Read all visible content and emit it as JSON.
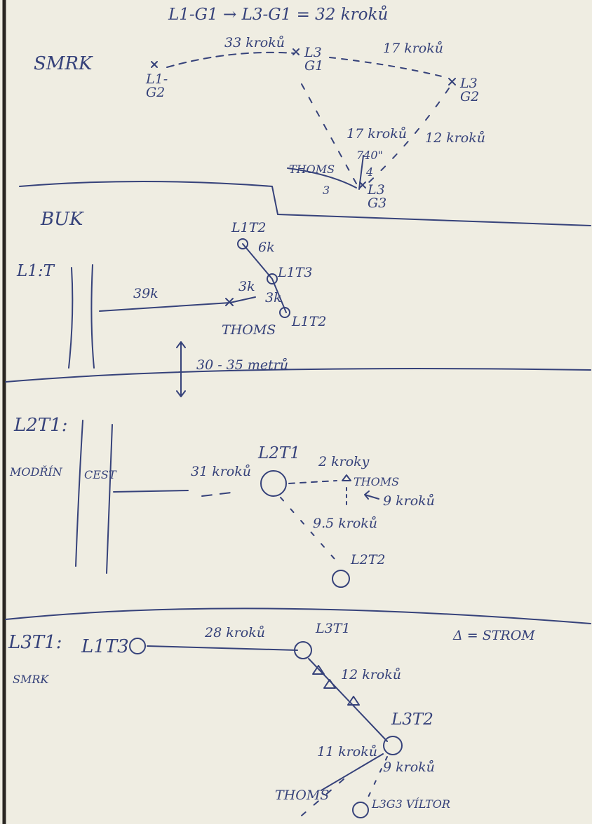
{
  "colors": {
    "paper": "#efede2",
    "ink": "#36427a",
    "margin_edge": "#2a2622"
  },
  "header": {
    "formula": "L1-G1 → L3-G1 = 32 kroků"
  },
  "section1": {
    "title": "SMRK",
    "points": {
      "L1G2": "L1-\nG2",
      "L3G1": "L3\nG1",
      "L3G2": "L3\nG2",
      "L3G3": "L3\nG3"
    },
    "edges": {
      "L1G2_L3G1": "33 kroků",
      "L3G1_L3G2": "17 kroků",
      "L3G1_L3G3": "17 kroků",
      "L3G2_L3G3": "12 kroků",
      "tree_mark": "740\"",
      "sub_mark": "4",
      "thoms_mark": "THOMS",
      "three_mark": "3"
    }
  },
  "section2": {
    "title": "BUK",
    "label": "L1:T",
    "points": {
      "L1T2_top": "L1T2",
      "L1T3": "L1T3",
      "L1T2_bottom": "L1T2"
    },
    "edges": {
      "path_39k": "39k",
      "a_6k": "6k",
      "a_3k_upper": "3k",
      "a_3k_lower": "3k"
    },
    "thoms": "THOMS",
    "distance": "30 - 35 metrů"
  },
  "section3": {
    "title": "L2T1:",
    "subtitle": "MODŘÍN",
    "road": "CEST",
    "points": {
      "L2T1": "L2T1",
      "L2T2": "L2T2"
    },
    "edges": {
      "path_31": "31 kroků",
      "to_thoms": "2 kroky",
      "thoms": "THOMS",
      "down_9": "9 kroků",
      "diag_95": "9.5 kroků"
    }
  },
  "section4": {
    "title": "L3T1:",
    "subtitle": "SMRK",
    "legend": "Δ = STROM",
    "points": {
      "L1T3": "L1T3",
      "L3T1": "L3T1",
      "L3T2": "L3T2",
      "L3G3": "L3G3 VÍLTOR"
    },
    "edges": {
      "path_28": "28 kroků",
      "path_12": "12 kroků",
      "path_11": "11 kroků",
      "path_9": "9 kroků",
      "thoms": "THOMS"
    }
  }
}
